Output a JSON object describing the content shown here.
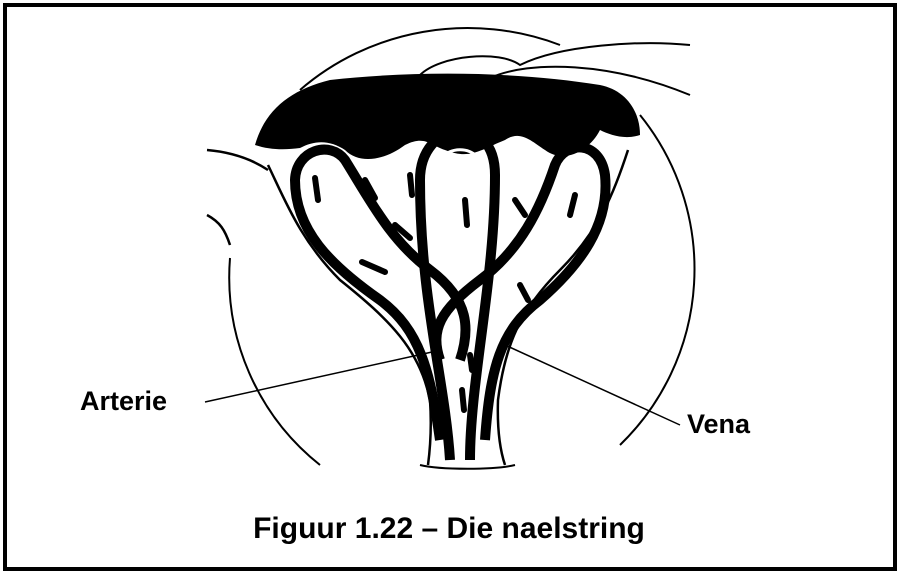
{
  "diagram": {
    "labels": {
      "arterie": "Arterie",
      "vena": "Vena"
    },
    "caption": "Figuur 1.22 – Die naelstring"
  }
}
